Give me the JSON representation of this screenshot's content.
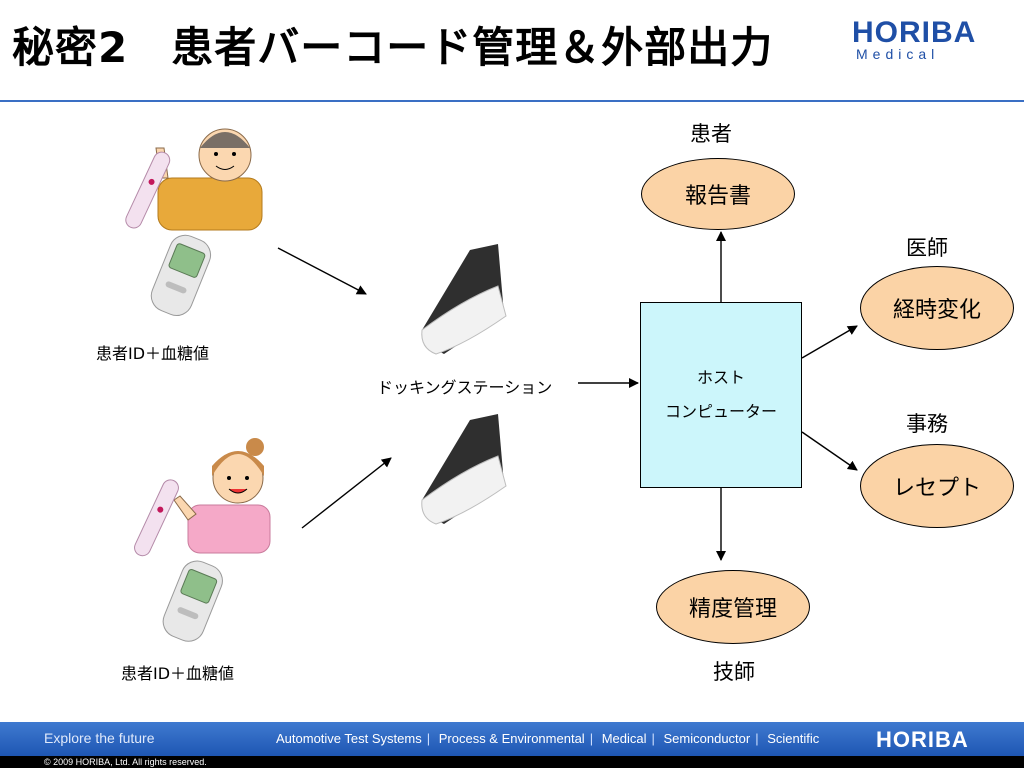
{
  "header": {
    "title": "秘密2　患者バーコード管理＆外部出力",
    "logo_main": "HORIBA",
    "logo_sub": "Medical"
  },
  "diagram": {
    "patient_caption_1": "患者ID＋血糖値",
    "patient_caption_2": "患者ID＋血糖値",
    "docking_label": "ドッキングステーション",
    "host_line_1": "ホスト",
    "host_line_2": "コンピューター",
    "outputs": [
      {
        "role": "患者",
        "label": "報告書"
      },
      {
        "role": "医師",
        "label": "経時変化"
      },
      {
        "role": "事務",
        "label": "レセプト"
      },
      {
        "role": "技師",
        "label": "精度管理"
      }
    ],
    "colors": {
      "oval_fill": "#fbd3a6",
      "host_fill": "#ccf6fb",
      "footer": "#2b63bf"
    }
  },
  "footer": {
    "tagline": "Explore the future",
    "nav": [
      "Automotive Test Systems",
      "Process & Environmental",
      "Medical",
      "Semiconductor",
      "Scientific"
    ],
    "logo": "HORIBA",
    "copyright": "© 2009 HORIBA, Ltd. All rights reserved."
  }
}
